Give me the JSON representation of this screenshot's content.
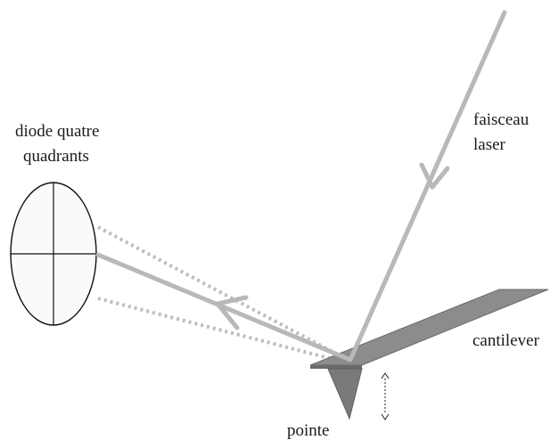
{
  "labels": {
    "diode_line1": "diode quatre",
    "diode_line2": "quadrants",
    "laser_line1": "faisceau",
    "laser_line2": "laser",
    "cantilever": "cantilever",
    "pointe": "pointe"
  },
  "colors": {
    "beam": "#b8b8b8",
    "beam_dotted": "#bdbdbd",
    "cantilever_top": "#8c8c8c",
    "cantilever_edge": "#6a6a6a",
    "tip": "#7a7a7a",
    "diode_fill": "#fafafa",
    "diode_stroke": "#111111",
    "text": "#1a1a1a"
  }
}
